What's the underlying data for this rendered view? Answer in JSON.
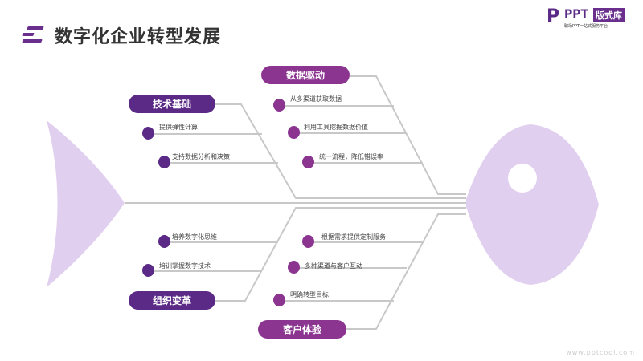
{
  "title": "数字化企业转型发展",
  "logo": {
    "mark": "PPT",
    "badge": "版式库",
    "subtitle": "职场PPT一站式服务平台"
  },
  "watermark": "www.pptcool.com",
  "colors": {
    "left": "#5b2a86",
    "right": "#8b3590",
    "fish": "#e1cfef"
  },
  "categories": {
    "tech": {
      "label": "技术基础",
      "items": [
        "提供弹性计算",
        "支持数据分析和决策"
      ]
    },
    "data": {
      "label": "数据驱动",
      "items": [
        "从多渠道获取数据",
        "利用工具挖掘数据价值",
        "统一流程，降低错误率"
      ]
    },
    "org": {
      "label": "组织变革",
      "items": [
        "培养数字化思维",
        "培训掌握数字技术"
      ]
    },
    "cx": {
      "label": "客户体验",
      "items": [
        "根据需求提供定制服务",
        "多种渠道与客户互动",
        "明确转型目标"
      ]
    }
  }
}
